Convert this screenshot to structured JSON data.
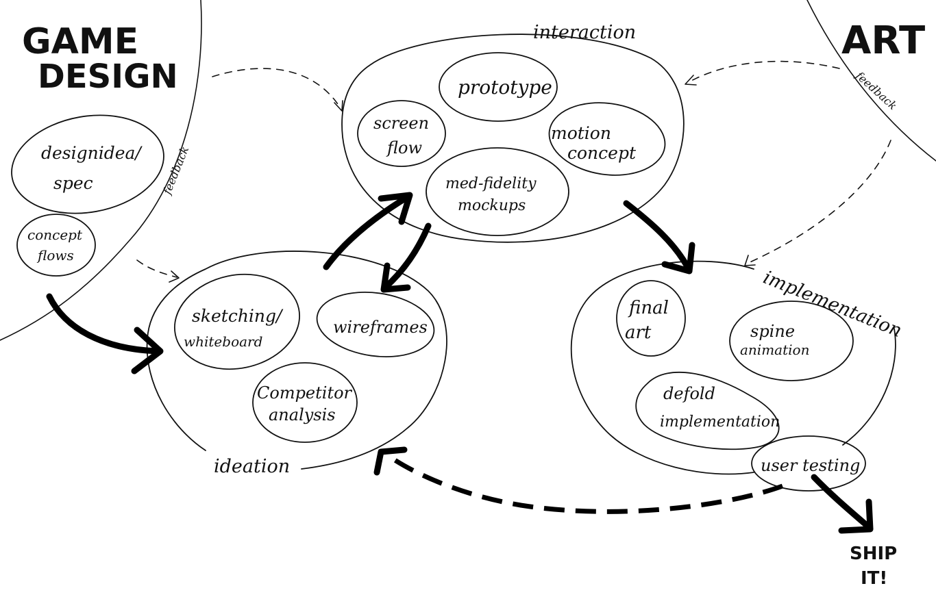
{
  "game_design": {
    "title_line1": "GAME",
    "title_line2": "DESIGN",
    "feedback": "feedback",
    "design_idea_line1": "designidea/",
    "design_idea_line2": "spec",
    "concept_flows_line1": "concept",
    "concept_flows_line2": "flows"
  },
  "art": {
    "title": "ART",
    "feedback": "feedback"
  },
  "interaction": {
    "label": "interaction",
    "prototype": "prototype",
    "screen_flow_line1": "screen",
    "screen_flow_line2": "flow",
    "motion_concept_line1": "motion",
    "motion_concept_line2": "concept",
    "mockups_line1": "med-fidelity",
    "mockups_line2": "mockups"
  },
  "ideation": {
    "label": "ideation",
    "sketching_line1": "sketching/",
    "sketching_line2": "whiteboard",
    "wireframes": "wireframes",
    "competitor_line1": "Competitor",
    "competitor_line2": "analysis"
  },
  "implementation": {
    "label": "implementation",
    "final_art_line1": "final",
    "final_art_line2": "art",
    "spine_line1": "spine",
    "spine_line2": "animation",
    "defold_line1": "defold",
    "defold_line2": "implementation",
    "user_testing": "user testing"
  },
  "ship": {
    "line1": "SHIP",
    "line2": "IT!"
  }
}
